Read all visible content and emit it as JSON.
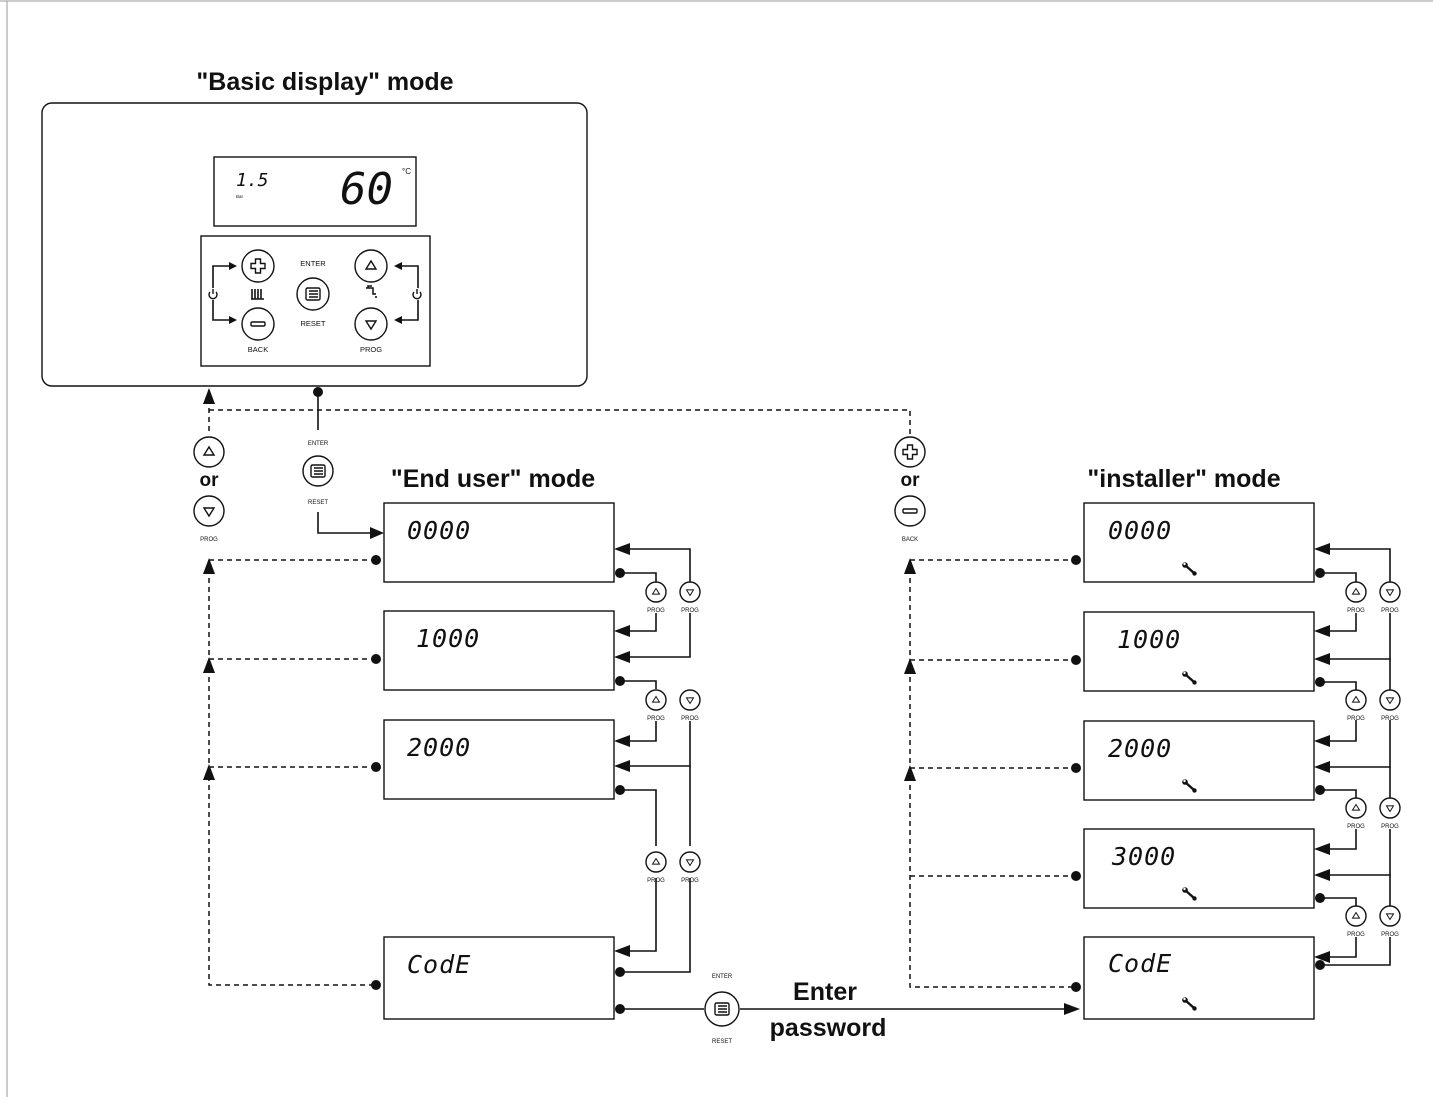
{
  "titles": {
    "basic": "\"Basic display\" mode",
    "end_user": "\"End user\" mode",
    "installer": "\"installer\" mode"
  },
  "basic_display": {
    "pressure": "1.5",
    "pressure_unit": "Bar",
    "temperature": "60",
    "temperature_unit": "°C"
  },
  "keypad": {
    "enter": "ENTER",
    "reset": "RESET",
    "back": "BACK",
    "prog": "PROG"
  },
  "connector": {
    "or": "or",
    "enter": "ENTER",
    "reset": "RESET",
    "prog": "PROG",
    "back": "BACK"
  },
  "end_user_screens": [
    "0000",
    "1000",
    "2000",
    "CodE"
  ],
  "installer_screens": [
    "0000",
    "1000",
    "2000",
    "3000",
    "CodE"
  ],
  "password": {
    "line1": "Enter",
    "line2": "password",
    "enter": "ENTER",
    "reset": "RESET"
  },
  "nav_button_label": "PROG"
}
